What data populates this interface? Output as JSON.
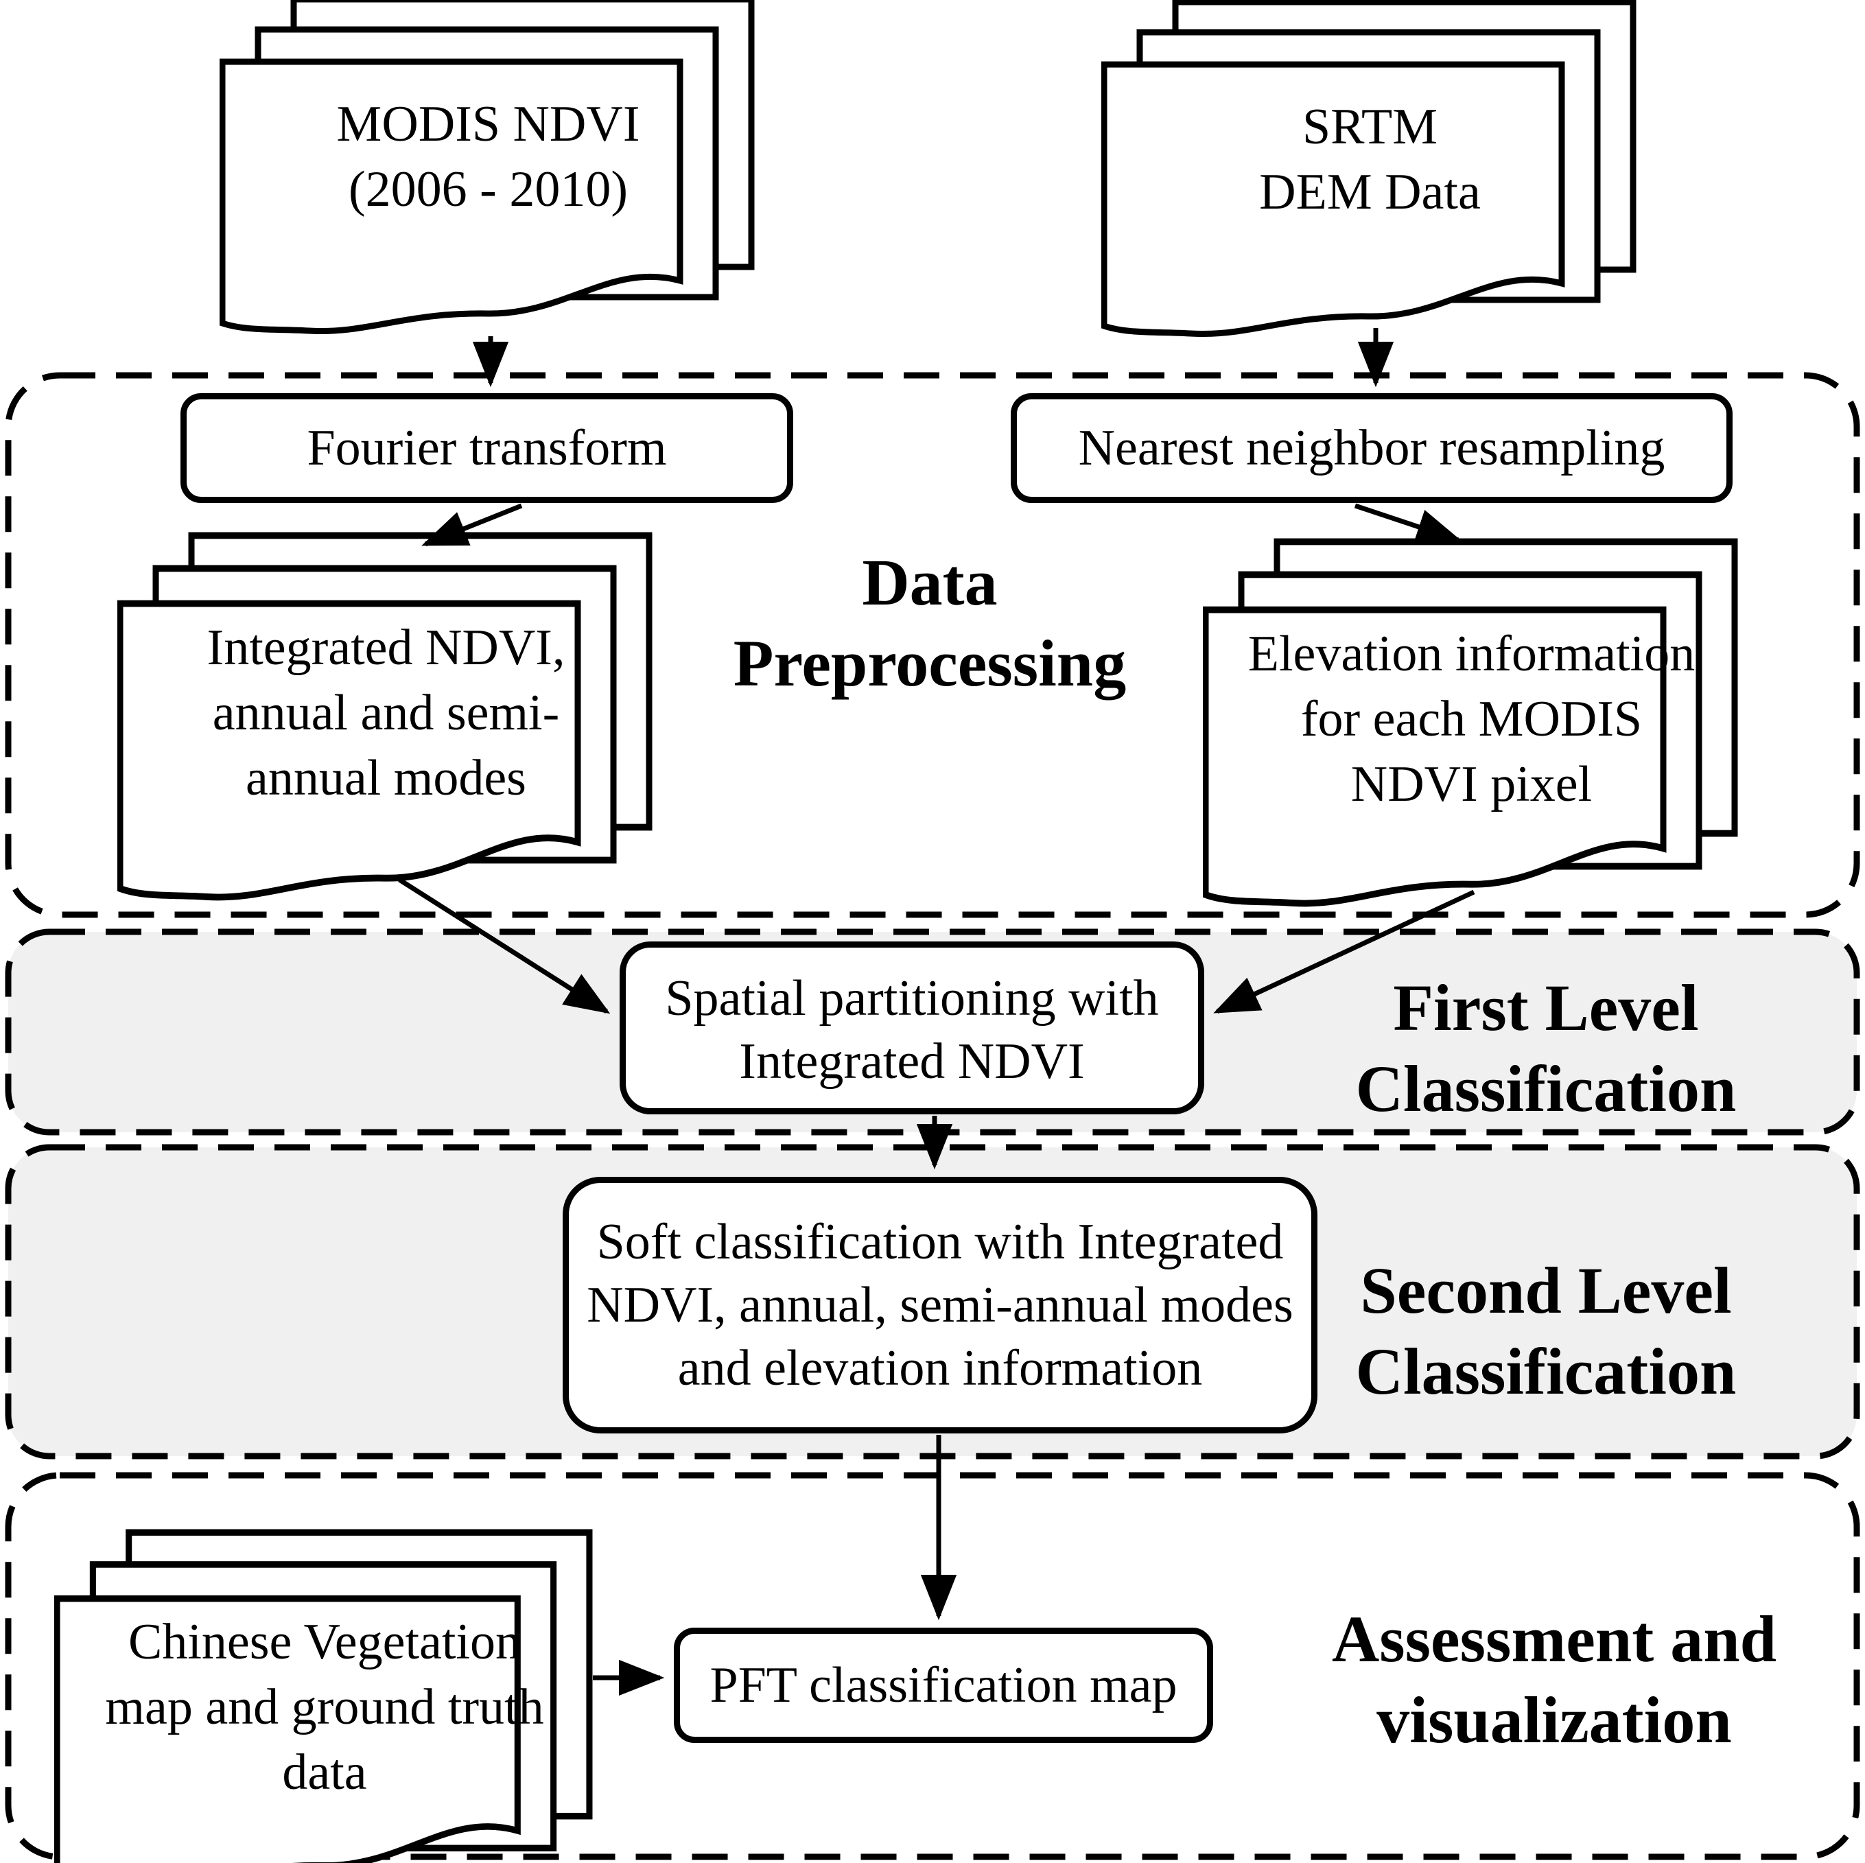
{
  "figure": {
    "type": "flowchart",
    "description_visible": false
  },
  "colors": {
    "background": "#ffffff",
    "section_fill_shaded": "#f0f0f0",
    "section_fill_plain": "#ffffff",
    "line": "#000000"
  },
  "sections": [
    {
      "id": "data-preprocessing",
      "label_lines": [
        "Data",
        "Preprocessing"
      ],
      "shaded": false
    },
    {
      "id": "first-level-classification",
      "label_lines": [
        "First Level",
        "Classification"
      ],
      "shaded": true
    },
    {
      "id": "second-level-classification",
      "label_lines": [
        "Second Level",
        "Classification"
      ],
      "shaded": true
    },
    {
      "id": "assessment-visualization",
      "label_lines": [
        "Assessment and",
        "visualization"
      ],
      "shaded": false
    }
  ],
  "documents": {
    "modis": {
      "lines": [
        "MODIS NDVI",
        "(2006 - 2010)"
      ]
    },
    "srtm": {
      "lines": [
        "SRTM",
        "DEM Data"
      ]
    },
    "integrated": {
      "lines": [
        "Integrated NDVI,",
        "annual and semi-",
        "annual modes"
      ]
    },
    "elevation": {
      "lines": [
        "Elevation information",
        "for each MODIS",
        "NDVI pixel"
      ]
    },
    "chinese": {
      "lines": [
        "Chinese Vegetation",
        "map and ground truth",
        "data"
      ]
    }
  },
  "processes": {
    "fourier": {
      "label": "Fourier transform"
    },
    "resampling": {
      "label": "Nearest neighbor resampling"
    },
    "spatial": {
      "lines": [
        "Spatial partitioning with",
        "Integrated NDVI"
      ]
    },
    "soft": {
      "lines": [
        "Soft classification with Integrated",
        "NDVI, annual, semi-annual modes",
        "and elevation information"
      ]
    },
    "pft": {
      "label": "PFT classification map"
    }
  }
}
